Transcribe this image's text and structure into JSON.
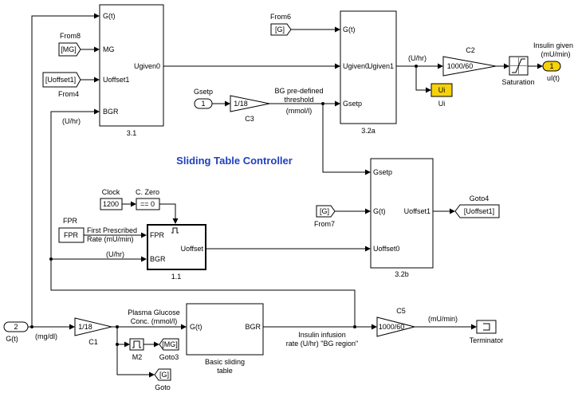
{
  "title": "Sliding Table Controller",
  "blocks": {
    "b31": {
      "in1": "G(t)",
      "in2": "MG",
      "in3": "Uoffset1",
      "in4": "BGR",
      "out": "Ugiven0",
      "caption": "3.1"
    },
    "b32a": {
      "in1": "G(t)",
      "in2": "Ugiven0",
      "in3": "Gsetp",
      "out": "Ugiven1",
      "caption": "3.2a"
    },
    "b32b": {
      "in1": "Gsetp",
      "in2": "G(t)",
      "in3": "Uoffset0",
      "out": "Uoffset1",
      "caption": "3.2b"
    },
    "b11": {
      "in1": "FPR",
      "in2": "BGR",
      "out": "Uoffset",
      "caption": "1.1"
    },
    "bst": {
      "in": "G(t)",
      "out": "BGR",
      "caption1": "Basic sliding",
      "caption2": "table"
    },
    "from8": {
      "label": "From8",
      "tag": "[MG]"
    },
    "from4": {
      "label": "From4",
      "tag": "[Uoffset1]"
    },
    "from6": {
      "label": "From6",
      "tag": "[G]"
    },
    "from7": {
      "label": "From7",
      "tag": "[G]"
    },
    "gsetp": {
      "label": "Gsetp",
      "port": "1"
    },
    "c3": {
      "label": "C3",
      "value": "1/18"
    },
    "c2": {
      "label": "C2",
      "value": "1000/60"
    },
    "c1": {
      "label": "C1",
      "value": "1/18"
    },
    "c5": {
      "label": "C5",
      "value": "1000/60"
    },
    "saturation": {
      "label": "Saturation"
    },
    "ui": {
      "label": "Ui",
      "tag": "Ui"
    },
    "out_ut": {
      "label1": "Insulin given",
      "label2": "(mU/min)",
      "port": "1",
      "name": "uI(t)"
    },
    "goto4": {
      "label": "Goto4",
      "tag": "[Uoffset1]"
    },
    "clock": {
      "label": "Clock",
      "value": "1200"
    },
    "czero": {
      "label": "C. Zero",
      "value": "== 0"
    },
    "fpr": {
      "label": "FPR",
      "value": "FPR",
      "desc1": "First Prescribed",
      "desc2": "Rate (mU/min)"
    },
    "in_gt": {
      "port": "2",
      "name": "G(t)"
    },
    "m2": {
      "label": "M2"
    },
    "goto3": {
      "label": "Goto3",
      "tag": "[MG]"
    },
    "goto": {
      "label": "Goto",
      "tag": "[G]"
    },
    "terminator": {
      "label": "Terminator"
    }
  },
  "annotations": {
    "uhr_top": "(U/hr)",
    "bg_predef1": "BG pre-defined",
    "bg_predef2": "threshold",
    "mmol": "(mmol/l)",
    "uhr_left": "(U/hr)",
    "uhr_mid": "(U/hr)",
    "mgdl": "(mg/dl)",
    "plasma1": "Plasma Glucose",
    "plasma2": "Conc. (mmol/l)",
    "infusion1": "Insulin infusion",
    "infusion2": "rate (U/hr) \"BG region\"",
    "mumin": "(mU/min)"
  }
}
